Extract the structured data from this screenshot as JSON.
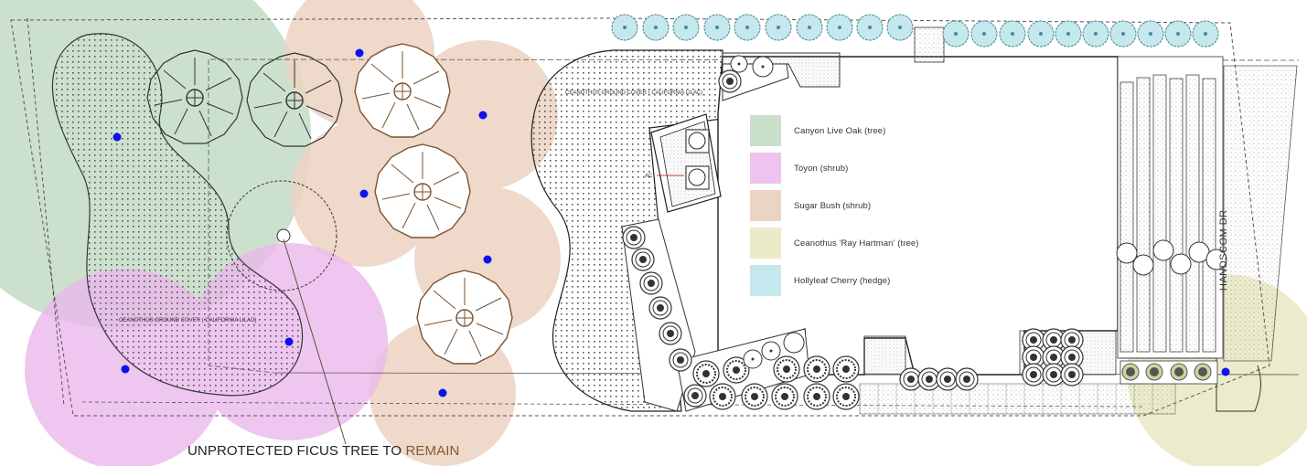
{
  "legend": {
    "items": [
      {
        "label": "Canyon Live Oak (tree)",
        "color": "#c9dfca"
      },
      {
        "label": "Toyon (shrub)",
        "color": "#efc3ef"
      },
      {
        "label": "Sugar Bush (shrub)",
        "color": "#ecd4c4"
      },
      {
        "label": "Ceanothus 'Ray Hartman' (tree)",
        "color": "#ebebc9"
      },
      {
        "label": "Hollyleaf Cherry (hedge)",
        "color": "#c4e8ee"
      }
    ]
  },
  "callout": {
    "text": "UNPROTECTED FICUS TREE TO ",
    "highlight": "REMAIN"
  },
  "street_label": "HANDSCOM DR",
  "groundcover_labels": {
    "upper": "CEANOTHUS GROUND COVER ( CALIFORNIA LILAC)",
    "lower": "CEANOTHUS GROUND COVER ( CALIFORNIA LILAC)"
  },
  "ac_label": "AC",
  "colors": {
    "oak": "#c9dfca",
    "toyon": "#efc3ef",
    "sugarbush": "#ecd4c4",
    "ceanothus": "#ebebc9",
    "cherry": "#c4e8ee",
    "marker": "#1010ee",
    "trunk": "#7a5230"
  }
}
